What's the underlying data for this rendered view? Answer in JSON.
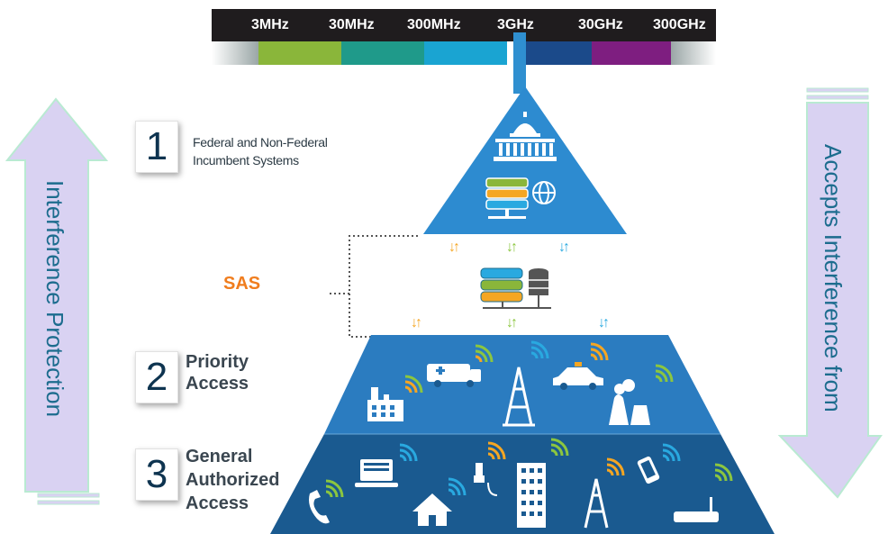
{
  "spectrum": {
    "labels": [
      "3MHz",
      "30MHz",
      "300MHz",
      "3GHz",
      "30GHz",
      "300GHz"
    ],
    "band_colors": [
      "#8ab63a",
      "#1f9a8a",
      "#1aa4d2",
      "#1b4a8a",
      "#7e1e80"
    ]
  },
  "tier1": {
    "number": "1",
    "line1": "Federal and Non-Federal",
    "line2": "Incumbent Systems"
  },
  "sas": {
    "label": "SAS"
  },
  "tier2": {
    "number": "2",
    "line1": "Priority",
    "line2": "Access"
  },
  "tier3": {
    "number": "3",
    "line1": "General",
    "line2": "Authorized",
    "line3": "Access"
  },
  "left_arrow": {
    "label": "Interference Protection"
  },
  "right_arrow": {
    "label": "Accepts Interference from"
  },
  "colors": {
    "pyramid_top": "#2d8bd0",
    "pyramid_mid": "#2b7cc0",
    "pyramid_bottom": "#1a5a90",
    "arrow_fill": "#d9d2f2",
    "arrow_stroke": "#b9ead2",
    "sas_text": "#f07d1e",
    "signal_orange": "#f5a623",
    "signal_green": "#8cc63f",
    "signal_blue": "#29a9e0"
  }
}
